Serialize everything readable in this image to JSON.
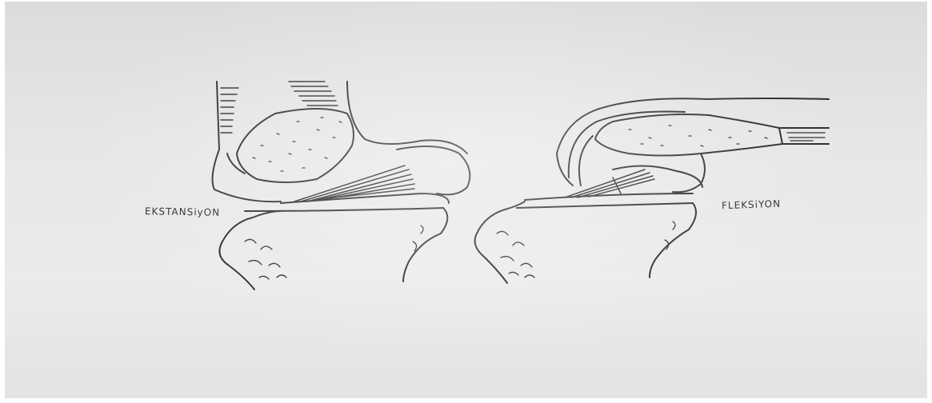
{
  "labels": {
    "extension": "EKSTANSiyON",
    "flexion": "FLEKSiYON"
  },
  "colors": {
    "paper": "#e6e6e4",
    "ink": "#2a2a2a"
  },
  "illustrations": [
    {
      "name": "knee-extension-drawing",
      "label_ref": "labels.extension"
    },
    {
      "name": "knee-flexion-drawing",
      "label_ref": "labels.flexion"
    }
  ]
}
